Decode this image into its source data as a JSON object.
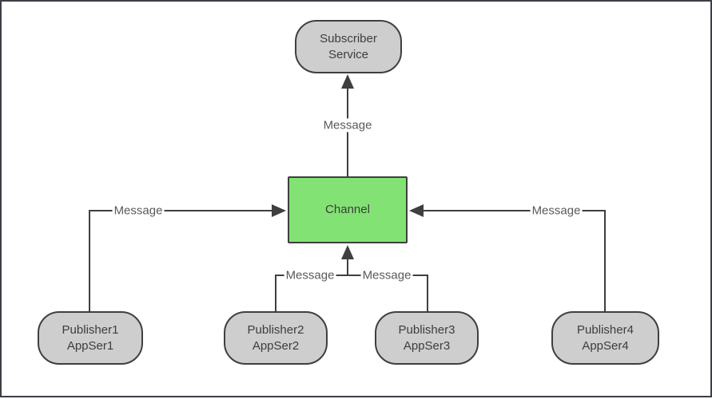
{
  "diagram": {
    "type": "publish-subscribe-architecture",
    "nodes": {
      "subscriber": {
        "line1": "Subscriber",
        "line2": "Service"
      },
      "channel": {
        "label": "Channel"
      },
      "publisher1": {
        "line1": "Publisher1",
        "line2": "AppSer1"
      },
      "publisher2": {
        "line1": "Publisher2",
        "line2": "AppSer2"
      },
      "publisher3": {
        "line1": "Publisher3",
        "line2": "AppSer3"
      },
      "publisher4": {
        "line1": "Publisher4",
        "line2": "AppSer4"
      }
    },
    "edge_labels": {
      "channel_to_subscriber": "Message",
      "publisher1_to_channel": "Message",
      "publisher2_to_channel": "Message",
      "publisher3_to_channel": "Message",
      "publisher4_to_channel": "Message"
    },
    "colors": {
      "channel_fill": "#82e273",
      "node_fill": "#cecece",
      "stroke": "#3f3f3f",
      "edge_label_text": "#5a5a5a",
      "node_text": "#3d3d3d",
      "frame_border": "#3d3f47",
      "background": "#ffffff"
    }
  }
}
